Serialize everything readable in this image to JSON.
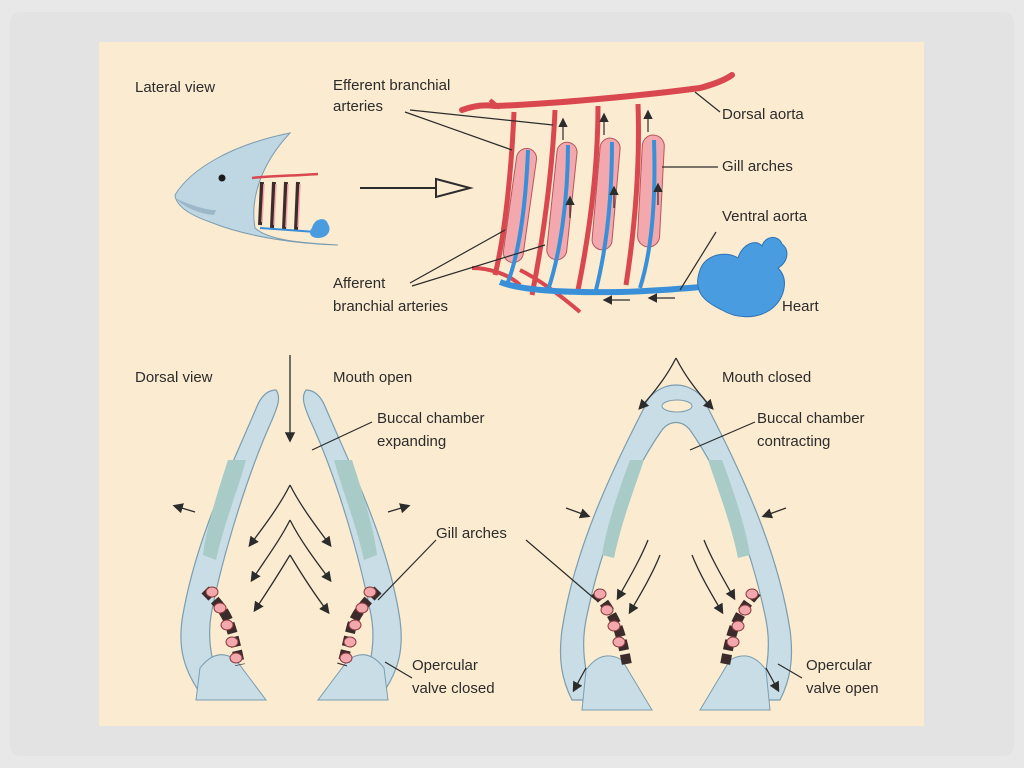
{
  "colors": {
    "panel_bg": "#fbebd0",
    "frame_bg": "#e3e3e3",
    "artery_red": "#d9474f",
    "vein_blue": "#3a90d8",
    "gill_pink": "#f2a8ad",
    "tissue_blue": "#c9dde6",
    "heart_blue": "#4a9ce0"
  },
  "labels": {
    "lateral_view": "Lateral view",
    "efferent_line1": "Efferent branchial",
    "efferent_line2": "arteries",
    "dorsal_aorta": "Dorsal aorta",
    "gill_arches_top": "Gill arches",
    "ventral_aorta": "Ventral aorta",
    "afferent_line1": "Afferent",
    "afferent_line2": "branchial arteries",
    "heart": "Heart",
    "dorsal_view": "Dorsal view",
    "mouth_open": "Mouth open",
    "buccal_expanding_line1": "Buccal chamber",
    "buccal_expanding_line2": "expanding",
    "gill_arches_bottom": "Gill arches",
    "opercular_closed_line1": "Opercular",
    "opercular_closed_line2": "valve closed",
    "mouth_closed": "Mouth closed",
    "buccal_contracting_line1": "Buccal chamber",
    "buccal_contracting_line2": "contracting",
    "opercular_open_line1": "Opercular",
    "opercular_open_line2": "valve open"
  }
}
